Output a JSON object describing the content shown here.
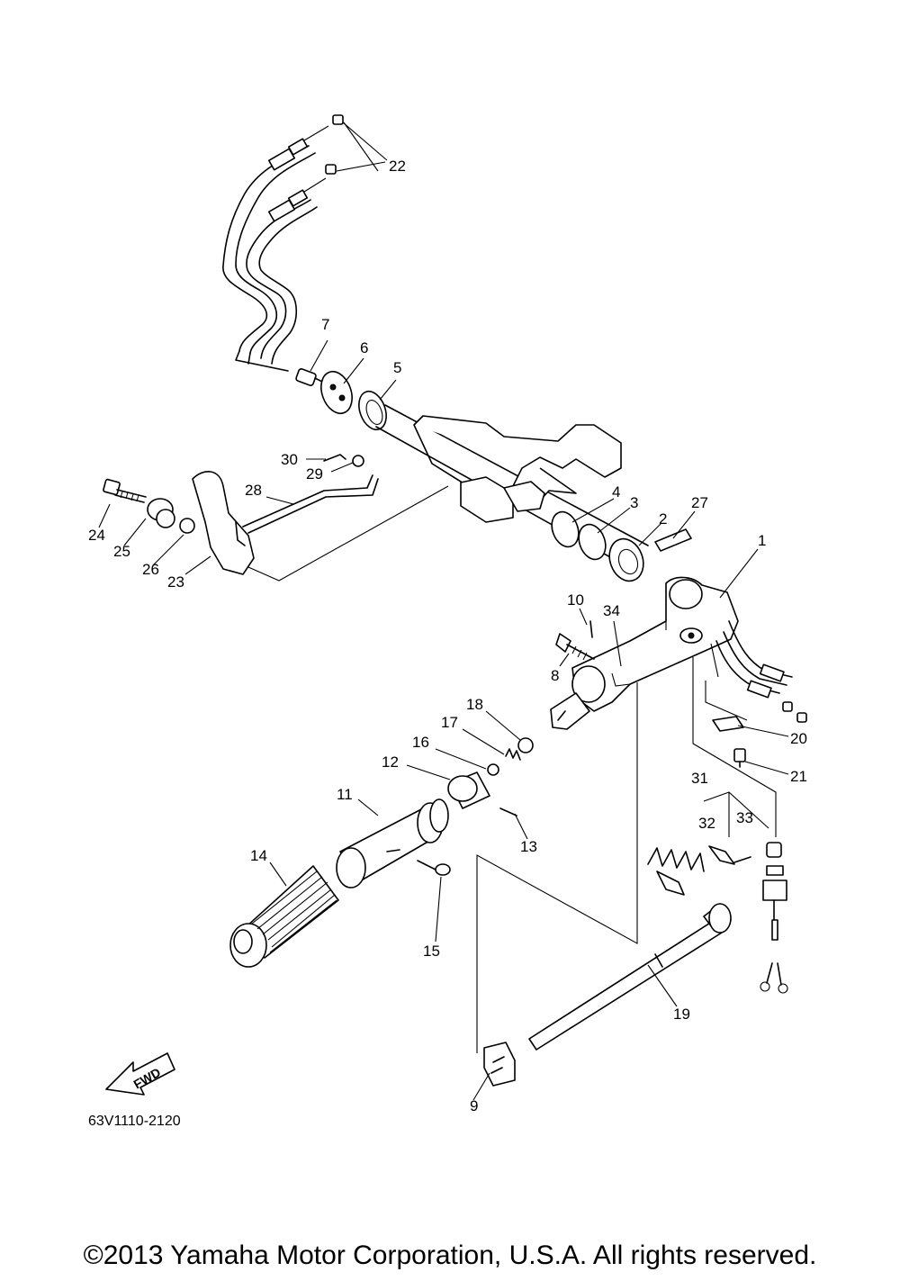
{
  "diagram": {
    "part_numbers": [
      "1",
      "2",
      "3",
      "4",
      "5",
      "6",
      "7",
      "8",
      "9",
      "10",
      "11",
      "12",
      "13",
      "14",
      "15",
      "16",
      "17",
      "18",
      "19",
      "20",
      "21",
      "22",
      "23",
      "24",
      "25",
      "26",
      "27",
      "28",
      "29",
      "30",
      "31",
      "32",
      "33",
      "34"
    ],
    "fwd_label": "FWD",
    "diagram_code": "63V1110-2120"
  },
  "footer": {
    "copyright": "©2013 Yamaha Motor Corporation, U.S.A. All rights reserved."
  }
}
